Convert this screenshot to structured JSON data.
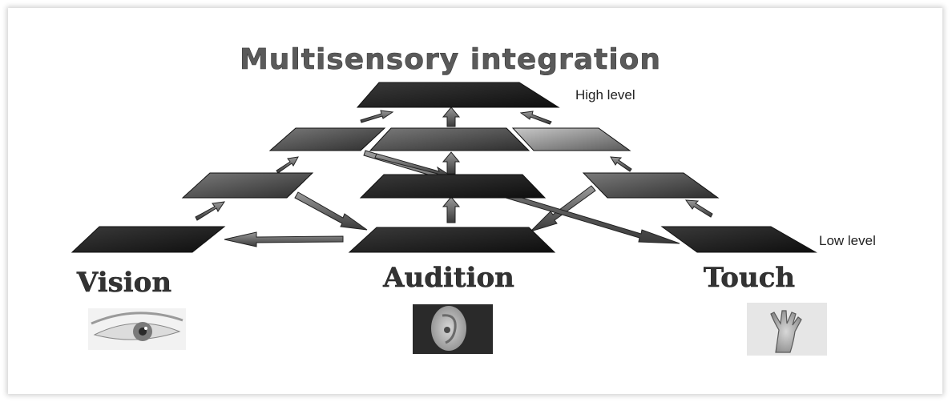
{
  "title": "Multisensory integration",
  "labels": {
    "high_level": "High level",
    "low_level": "Low level"
  },
  "senses": {
    "vision": "Vision",
    "audition": "Audition",
    "touch": "Touch"
  },
  "icons": {
    "vision": "eye-icon",
    "audition": "ear-icon",
    "touch": "hand-icon"
  },
  "colors": {
    "dark_plane": "#1e1e1e",
    "mid_plane": "#4a4a4a",
    "light_plane": "#8c8c8c",
    "arrow": "#6a6a6a"
  }
}
